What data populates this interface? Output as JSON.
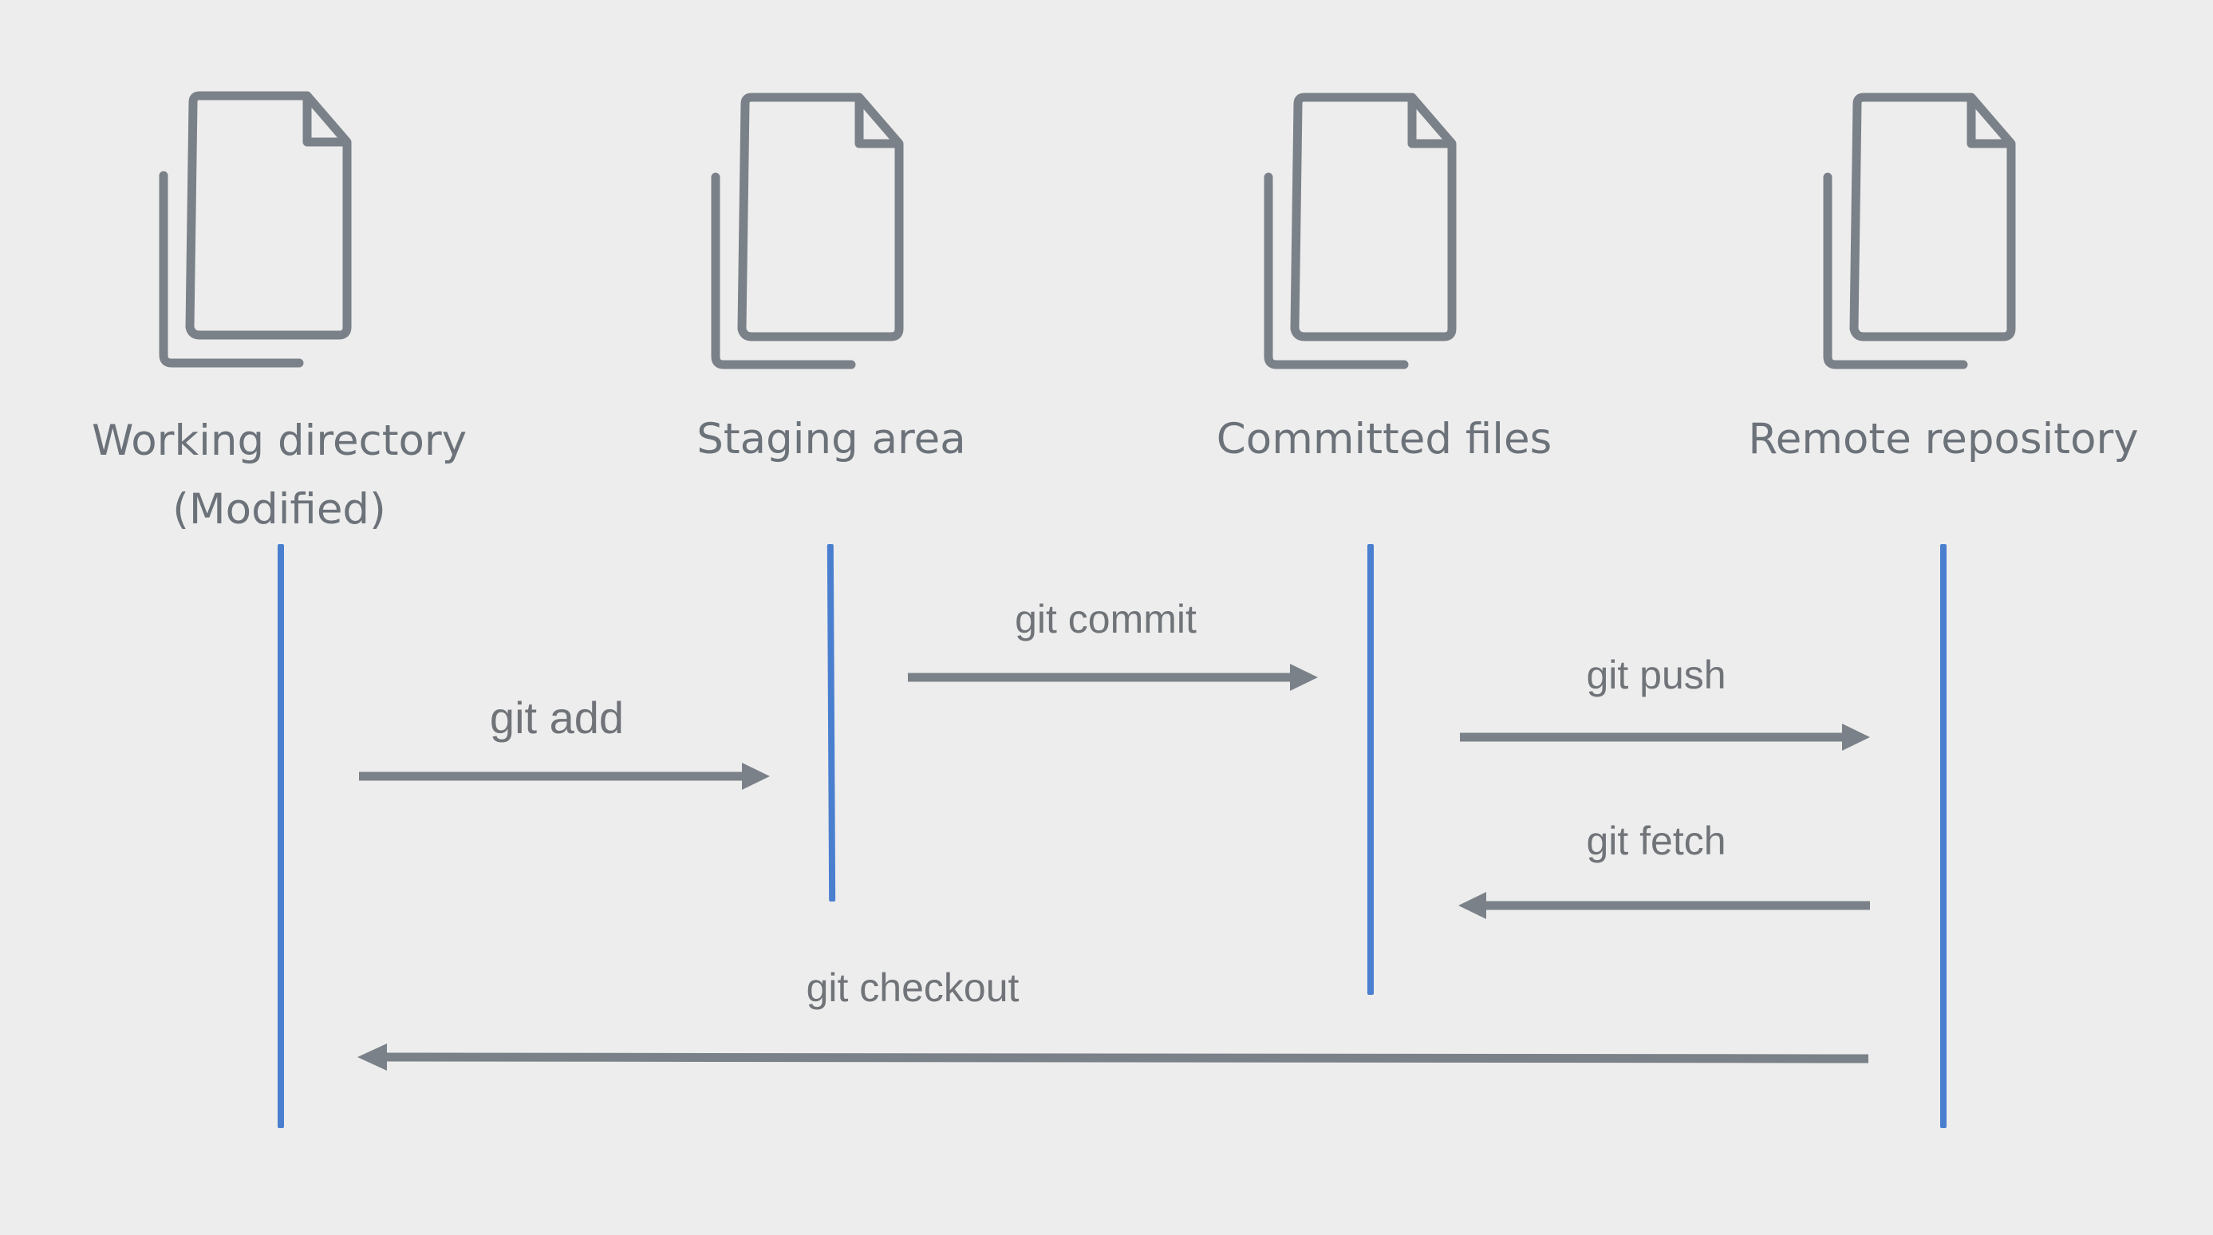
{
  "colors": {
    "background": "#ededed",
    "lifeline": "#4a7fd0",
    "arrow": "#7b8188",
    "icon": "#7b8188",
    "text": "#6c7279"
  },
  "lanes": [
    {
      "icon": "document-stack-icon",
      "title_line1": "Working directory",
      "title_line2": "(Modified)"
    },
    {
      "icon": "document-stack-icon",
      "title_line1": "Staging area",
      "title_line2": ""
    },
    {
      "icon": "document-stack-icon",
      "title_line1": "Committed files",
      "title_line2": ""
    },
    {
      "icon": "document-stack-icon",
      "title_line1": "Remote repository",
      "title_line2": ""
    }
  ],
  "messages": [
    {
      "label": "git add",
      "from": "Working directory",
      "to": "Staging area"
    },
    {
      "label": "git commit",
      "from": "Staging area",
      "to": "Committed files"
    },
    {
      "label": "git push",
      "from": "Committed files",
      "to": "Remote repository"
    },
    {
      "label": "git fetch",
      "from": "Remote repository",
      "to": "Committed files"
    },
    {
      "label": "git checkout",
      "from": "Remote repository",
      "to": "Working directory"
    }
  ]
}
